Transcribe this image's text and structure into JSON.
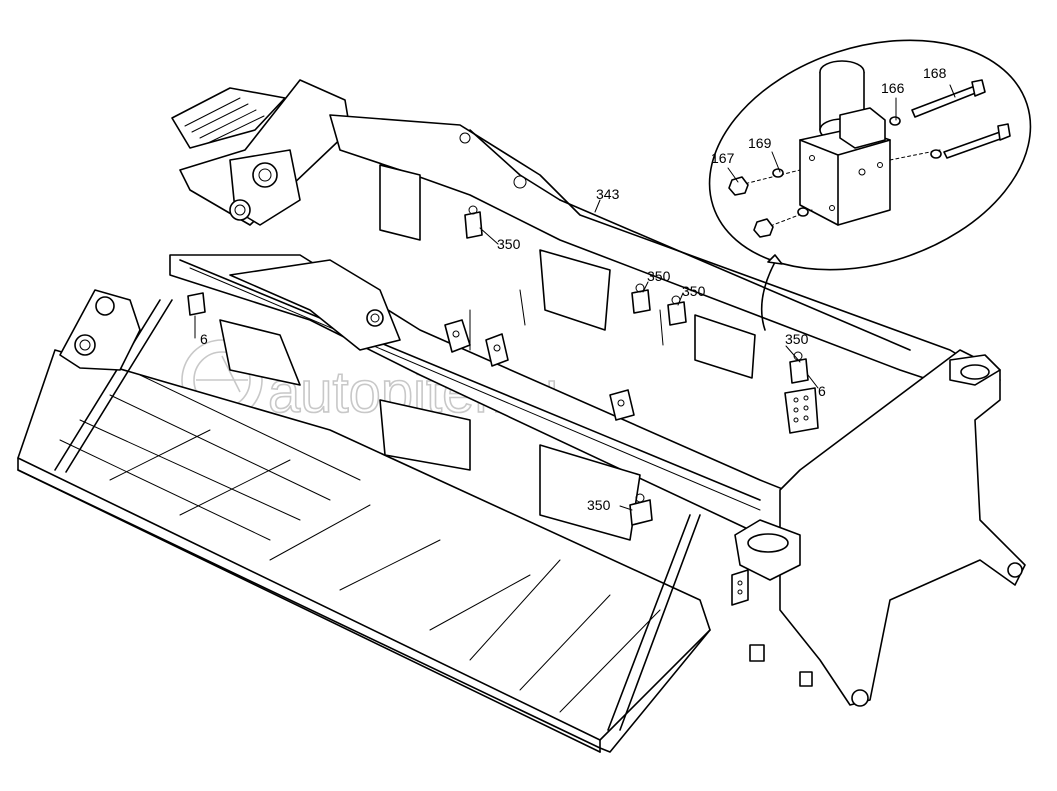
{
  "watermark": "autopiter.ru",
  "callouts": {
    "c343": "343",
    "c350_a": "350",
    "c350_b": "350",
    "c350_c": "350",
    "c350_d": "350",
    "c350_e": "350",
    "c6_left": "6",
    "c6_right": "6",
    "c166": "166",
    "c167": "167",
    "c168": "168",
    "c169": "169"
  },
  "icons": {
    "watermark_logo": "autopiter-logo-icon"
  }
}
